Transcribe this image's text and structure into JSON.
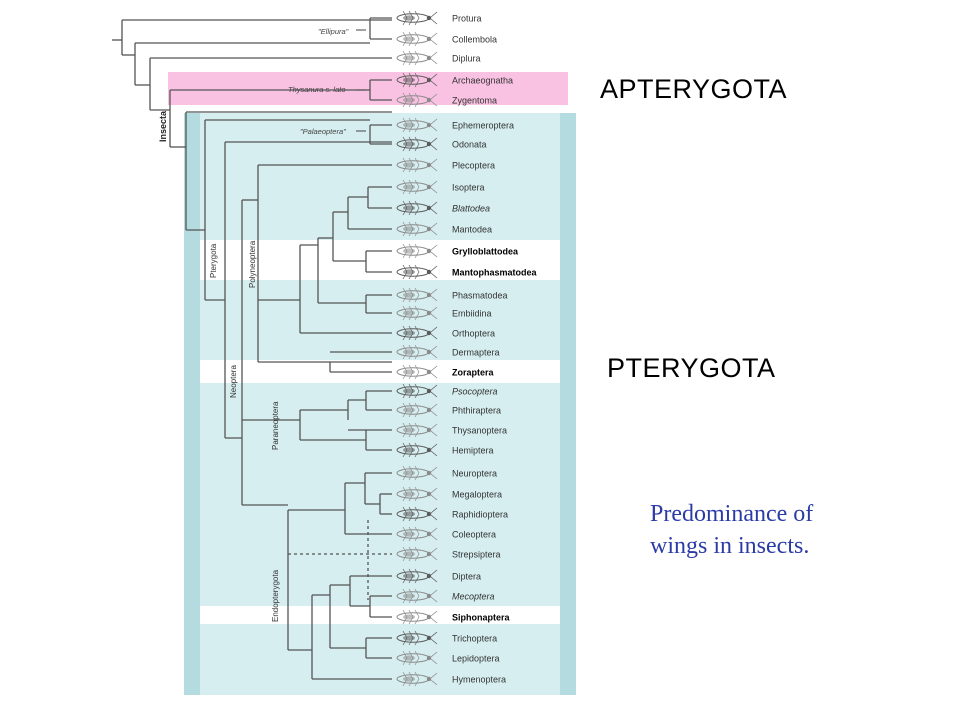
{
  "colors": {
    "apterygota_band": "#f9c2e2",
    "pterygota_band": "#d6eef0",
    "pterygota_edge": "#b4dce0",
    "caption": "#2b3ba6",
    "tree_line": "#555555"
  },
  "groups": {
    "apterygota": "APTERYGOTA",
    "pterygota": "PTERYGOTA"
  },
  "caption": {
    "line1": "Predominance of",
    "line2": "wings in insects."
  },
  "clade_labels": {
    "ellipura": "\"Ellipura\"",
    "thysanura": "Thysanura s. lato",
    "palaeoptera": "\"Palaeoptera\"",
    "insecta": "Insecta",
    "pterygota": "Pterygota",
    "polyneoptera": "Polyneoptera",
    "neoptera": "Neoptera",
    "paraneoptera": "Paraneoptera",
    "endopterygota": "Endopterygota"
  },
  "taxa": [
    {
      "name": "Protura",
      "style": "normal",
      "band": "none"
    },
    {
      "name": "Collembola",
      "style": "normal",
      "band": "none"
    },
    {
      "name": "Diplura",
      "style": "normal",
      "band": "none"
    },
    {
      "name": "Archaeognatha",
      "style": "normal",
      "band": "pink"
    },
    {
      "name": "Zygentoma",
      "style": "normal",
      "band": "pink"
    },
    {
      "name": "Ephemeroptera",
      "style": "normal",
      "band": "blue"
    },
    {
      "name": "Odonata",
      "style": "normal",
      "band": "blue"
    },
    {
      "name": "Plecoptera",
      "style": "normal",
      "band": "blue"
    },
    {
      "name": "Isoptera",
      "style": "normal",
      "band": "blue"
    },
    {
      "name": "Blattodea",
      "style": "italic",
      "band": "blue"
    },
    {
      "name": "Mantodea",
      "style": "normal",
      "band": "blue"
    },
    {
      "name": "Grylloblattodea",
      "style": "bold",
      "band": "white"
    },
    {
      "name": "Mantophasmatodea",
      "style": "bold",
      "band": "white"
    },
    {
      "name": "Phasmatodea",
      "style": "normal",
      "band": "blue"
    },
    {
      "name": "Embiidina",
      "style": "normal",
      "band": "blue"
    },
    {
      "name": "Orthoptera",
      "style": "normal",
      "band": "blue"
    },
    {
      "name": "Dermaptera",
      "style": "normal",
      "band": "blue"
    },
    {
      "name": "Zoraptera",
      "style": "bold",
      "band": "white"
    },
    {
      "name": "Psocoptera",
      "style": "italic",
      "band": "blue"
    },
    {
      "name": "Phthiraptera",
      "style": "normal",
      "band": "blue"
    },
    {
      "name": "Thysanoptera",
      "style": "normal",
      "band": "blue"
    },
    {
      "name": "Hemiptera",
      "style": "normal",
      "band": "blue"
    },
    {
      "name": "Neuroptera",
      "style": "normal",
      "band": "blue"
    },
    {
      "name": "Megaloptera",
      "style": "normal",
      "band": "blue"
    },
    {
      "name": "Raphidioptera",
      "style": "normal",
      "band": "blue"
    },
    {
      "name": "Coleoptera",
      "style": "normal",
      "band": "blue"
    },
    {
      "name": "Strepsiptera",
      "style": "normal",
      "band": "blue"
    },
    {
      "name": "Diptera",
      "style": "normal",
      "band": "blue"
    },
    {
      "name": "Mecoptera",
      "style": "italic",
      "band": "blue"
    },
    {
      "name": "Siphonaptera",
      "style": "bold",
      "band": "white"
    },
    {
      "name": "Trichoptera",
      "style": "normal",
      "band": "blue"
    },
    {
      "name": "Lepidoptera",
      "style": "normal",
      "band": "blue"
    },
    {
      "name": "Hymenoptera",
      "style": "normal",
      "band": "blue"
    }
  ]
}
